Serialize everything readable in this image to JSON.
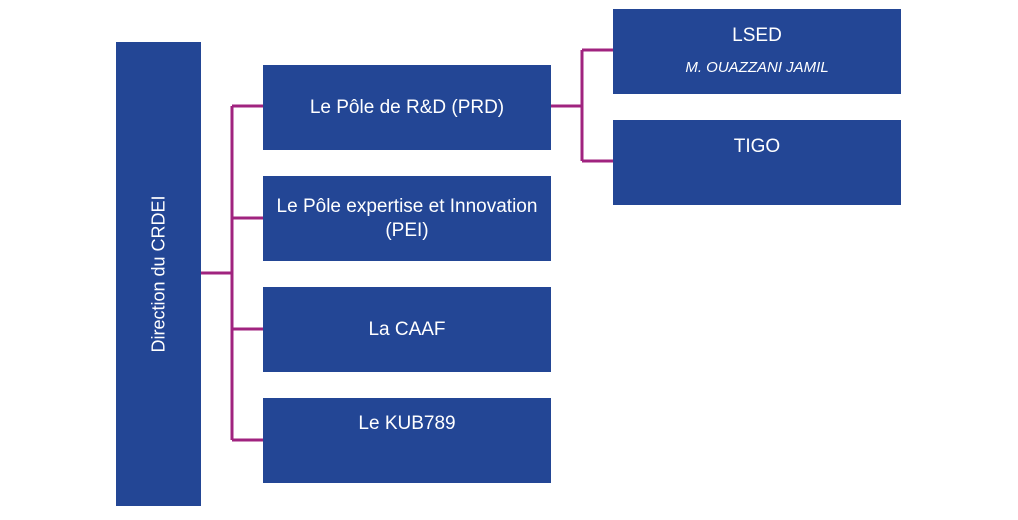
{
  "diagram": {
    "root": {
      "label": "Direction du CRDEI"
    },
    "departments": [
      {
        "label": "Le Pôle de R&D (PRD)"
      },
      {
        "label": "Le Pôle expertise et Innovation (PEI)"
      },
      {
        "label": "La CAAF"
      },
      {
        "label": "Le KUB789"
      }
    ],
    "subunits": [
      {
        "label": "LSED",
        "head": "M. OUAZZANI JAMIL"
      },
      {
        "label": "TIGO",
        "head": ""
      }
    ],
    "colors": {
      "box_fill": "#234695",
      "box_text": "#ffffff",
      "connector": "#a0237f"
    }
  }
}
